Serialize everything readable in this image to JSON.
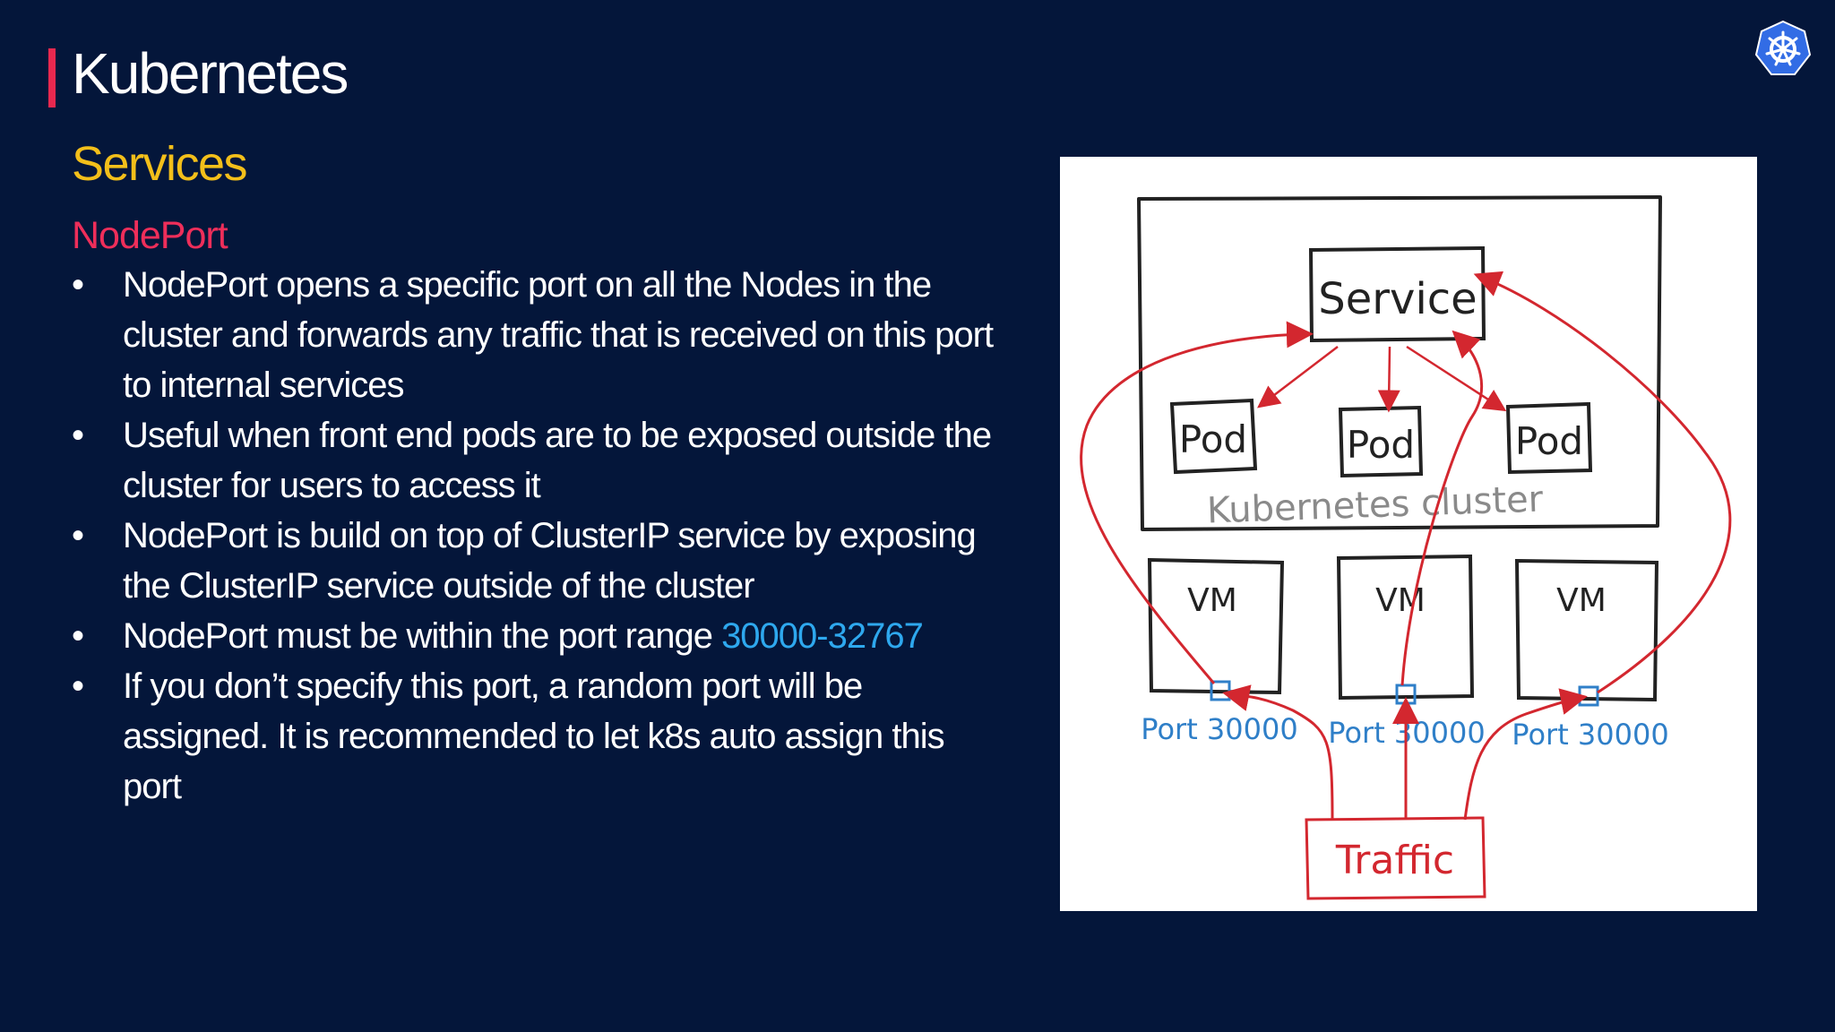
{
  "slide": {
    "title": "Kubernetes",
    "section": "Services",
    "subsection": "NodePort",
    "bullets": [
      {
        "text": "NodePort opens a specific port on all the Nodes in the cluster and forwards any traffic that is received on this port to internal services"
      },
      {
        "text": "Useful when front end pods are to be exposed outside the cluster for users to access it"
      },
      {
        "text": "NodePort is build on top of ClusterIP service by exposing the ClusterIP service outside of the cluster"
      },
      {
        "text": "NodePort must be within the port range ",
        "highlight": "30000-32767"
      },
      {
        "text": "If you don’t specify this port, a random port will be assigned. It is recommended to let k8s auto assign this port"
      }
    ],
    "bullet_symbol": "•",
    "logo_icon": "kubernetes-helm-icon"
  },
  "diagram": {
    "service_label": "Service",
    "pods": [
      "Pod",
      "Pod",
      "Pod"
    ],
    "cluster_label": "Kubernetes cluster",
    "vms": [
      "VM",
      "VM",
      "VM"
    ],
    "ports": [
      "Port 30000",
      "Port 30000",
      "Port 30000"
    ],
    "traffic_label": "Traffic"
  },
  "colors": {
    "background": "#04163a",
    "title": "#ffffff",
    "section": "#f3bf1a",
    "subsection": "#ee2e5a",
    "accent_bar": "#e8284f",
    "highlight": "#2ea8ee",
    "diagram_red": "#d3272f",
    "diagram_blue": "#2f7fc8",
    "logo": "#326ce5"
  }
}
